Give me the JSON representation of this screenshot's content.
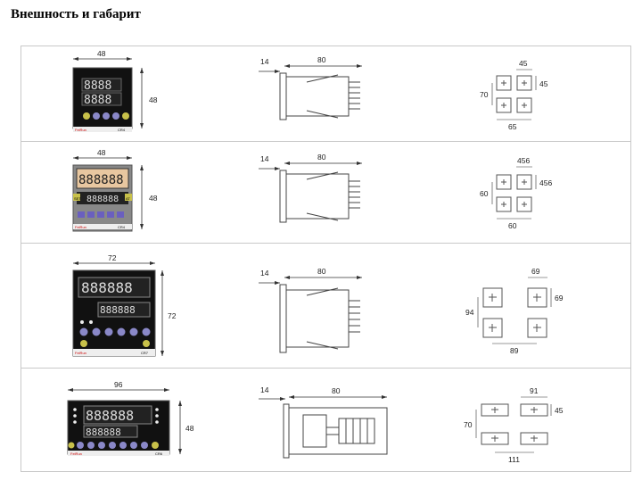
{
  "page": {
    "title": "Внешность и габарит"
  },
  "rows": [
    {
      "front": {
        "width": "48",
        "height": "48",
        "model": "CR4",
        "brand": "FeiRun"
      },
      "side": {
        "front": "14",
        "depth": "80"
      },
      "cutout": {
        "cut_w": "45",
        "cut_h": "45",
        "pitch_v": "70",
        "pitch_h": "65"
      }
    },
    {
      "front": {
        "width": "48",
        "height": "48",
        "model": "CR4",
        "brand": "FeiRun",
        "keys": [
          "SET",
          "AT"
        ]
      },
      "side": {
        "front": "14",
        "depth": "80"
      },
      "cutout": {
        "cut_w": "456",
        "cut_h": "456",
        "pitch_v": "60",
        "pitch_h": "60"
      }
    },
    {
      "front": {
        "width": "72",
        "height": "72",
        "model": "CR7",
        "brand": "FeiRun"
      },
      "side": {
        "front": "14",
        "depth": "80"
      },
      "cutout": {
        "cut_w": "69",
        "cut_h": "69",
        "pitch_v": "94",
        "pitch_h": "89"
      }
    },
    {
      "front": {
        "width": "96",
        "height": "48",
        "model": "CR6",
        "brand": "FeiRun"
      },
      "side": {
        "front": "14",
        "depth": "80"
      },
      "cutout": {
        "cut_w": "91",
        "cut_h": "45",
        "pitch_v": "70",
        "pitch_h": "111"
      }
    }
  ]
}
